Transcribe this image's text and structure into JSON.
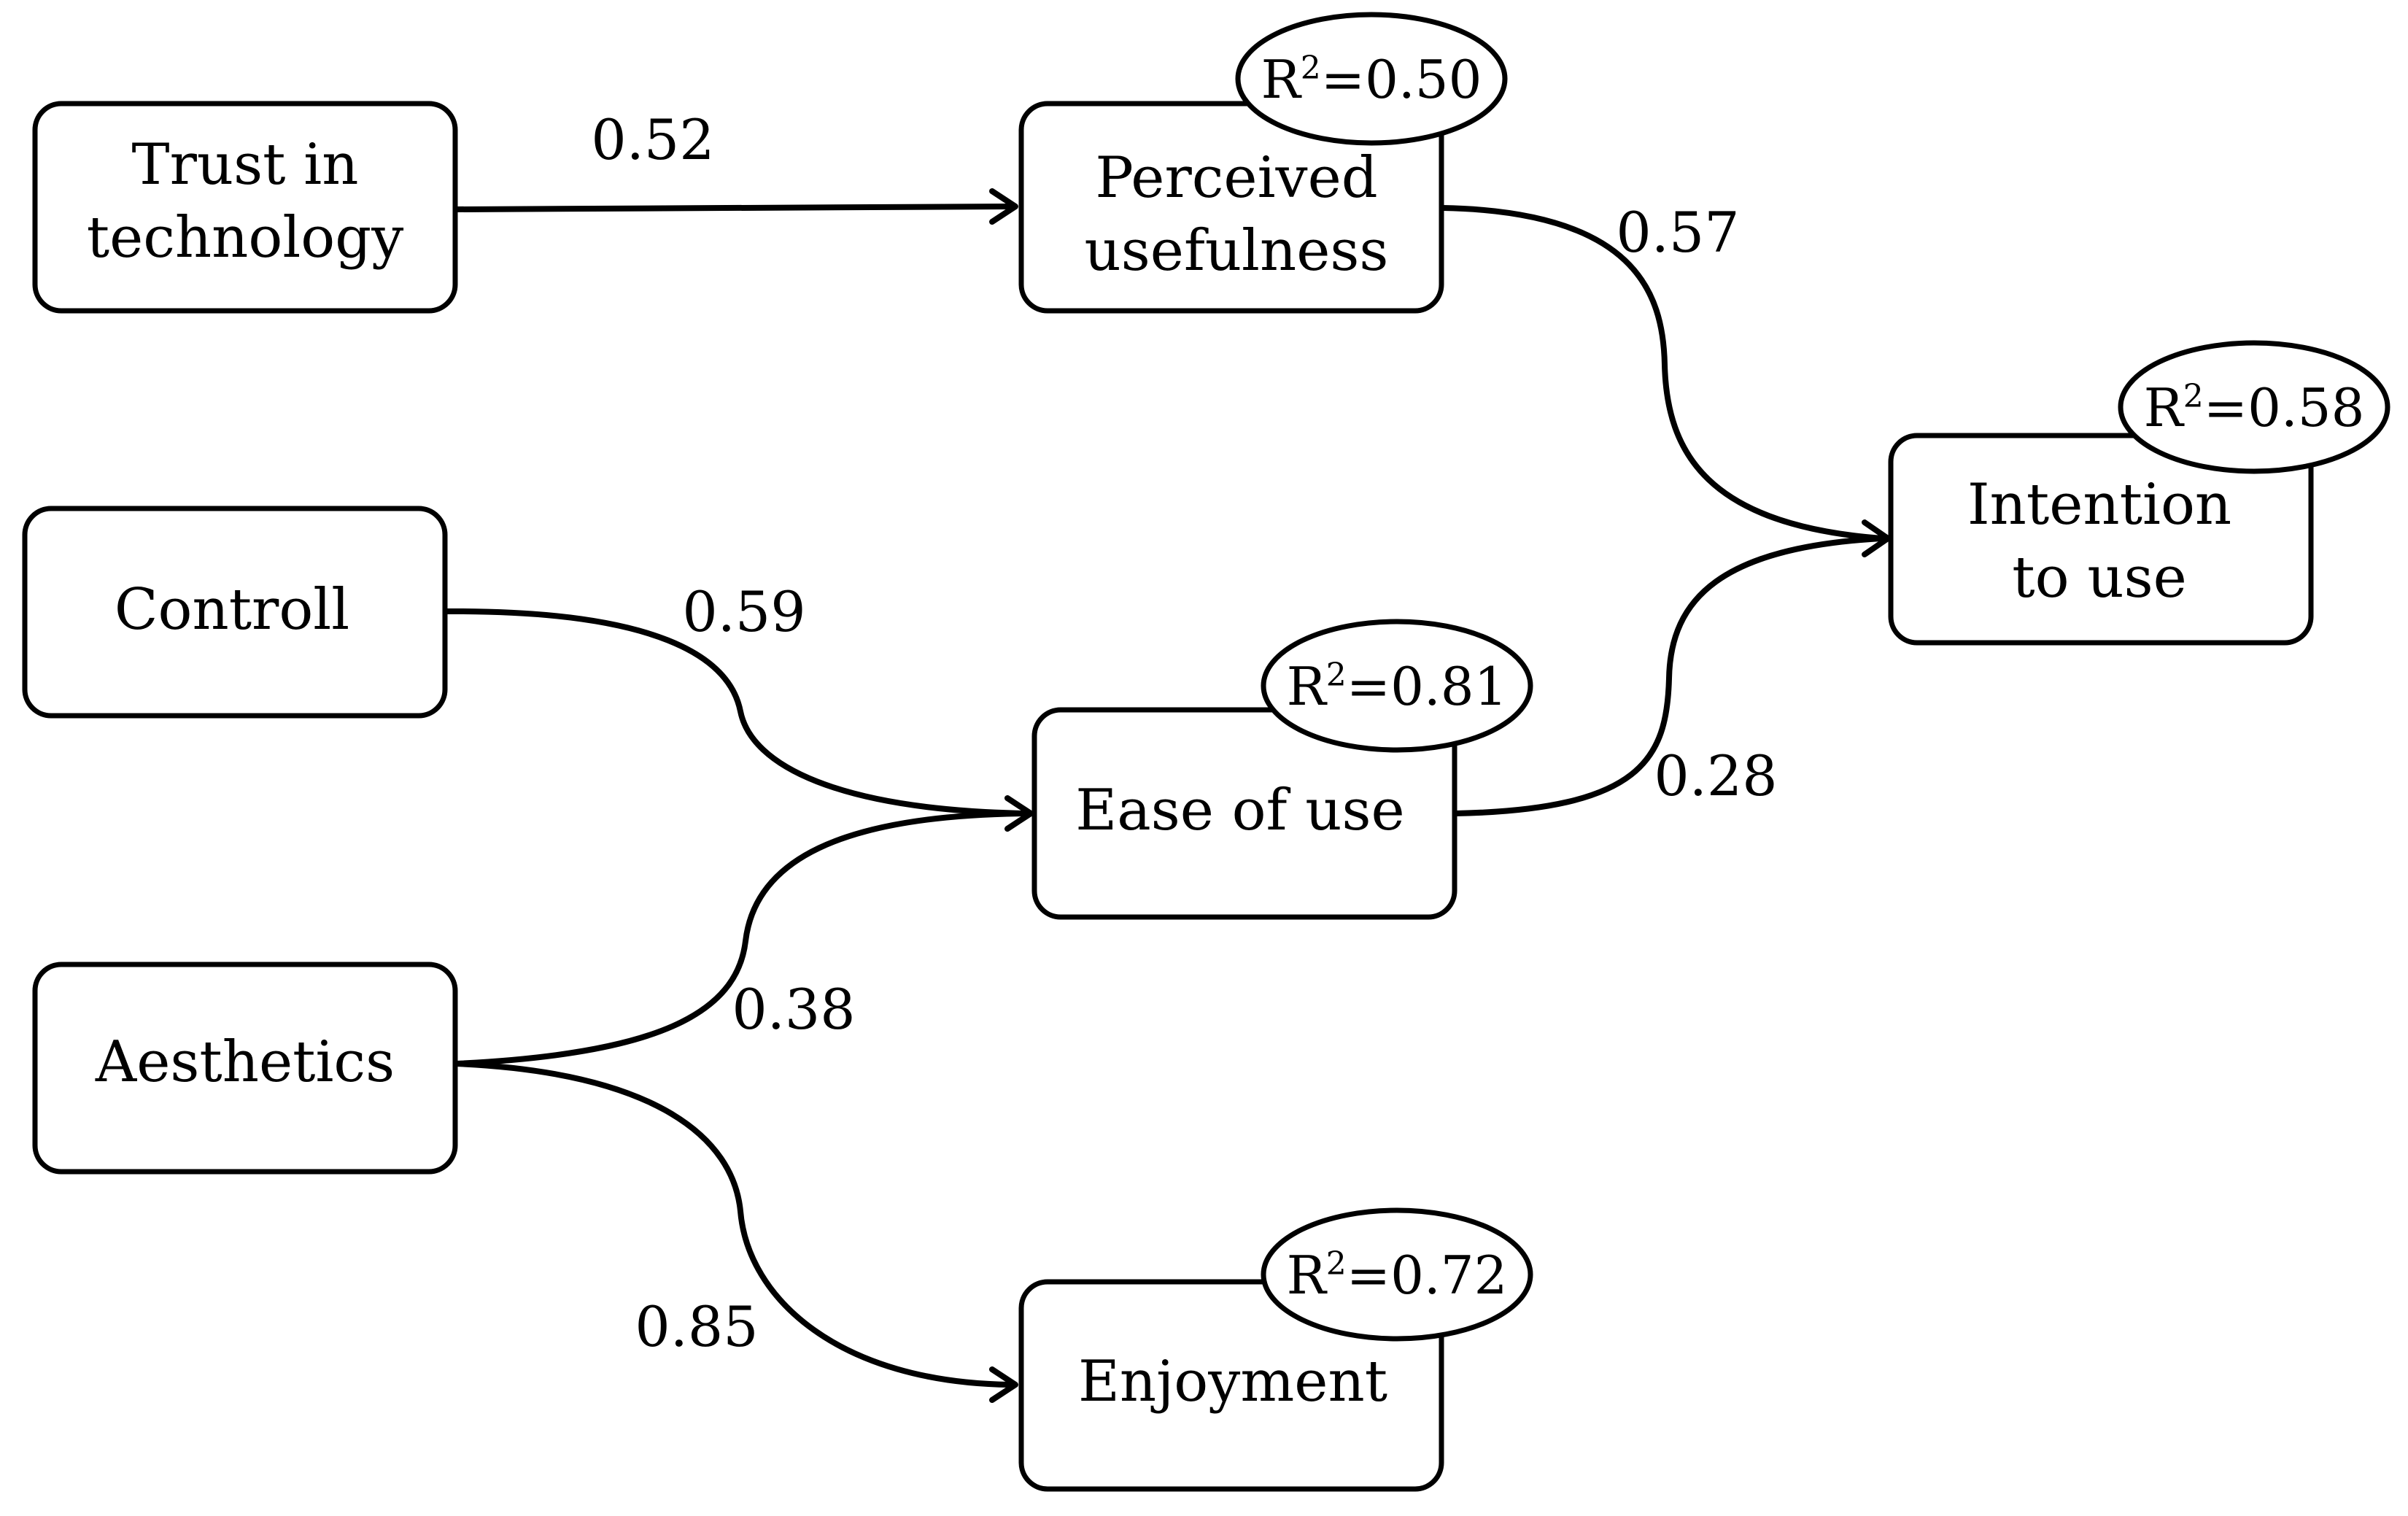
{
  "nodes": {
    "trust": {
      "lines": [
        "Trust in",
        "technology"
      ]
    },
    "perceived": {
      "lines": [
        "Perceived",
        "usefulness"
      ],
      "r2": "0.50"
    },
    "controll": {
      "lines": [
        "Controll"
      ]
    },
    "ease": {
      "lines": [
        "Ease of use"
      ],
      "r2": "0.81"
    },
    "aesthetics": {
      "lines": [
        "Aesthetics"
      ]
    },
    "enjoyment": {
      "lines": [
        "Enjoyment"
      ],
      "r2": "0.72"
    },
    "intention": {
      "lines": [
        "Intention",
        "to use"
      ],
      "r2": "0.58"
    }
  },
  "edges": [
    {
      "from": "Trust in technology",
      "to": "Perceived usefulness",
      "coefficient": "0.52"
    },
    {
      "from": "Perceived usefulness",
      "to": "Intention to use",
      "coefficient": "0.57"
    },
    {
      "from": "Controll",
      "to": "Ease of use",
      "coefficient": "0.59"
    },
    {
      "from": "Ease of use",
      "to": "Intention to use",
      "coefficient": "0.28"
    },
    {
      "from": "Aesthetics",
      "to": "Ease of use",
      "coefficient": "0.38"
    },
    {
      "from": "Aesthetics",
      "to": "Enjoyment",
      "coefficient": "0.85"
    }
  ],
  "r2_prefix": "R",
  "r2_sup": "2",
  "r2_equals": "="
}
